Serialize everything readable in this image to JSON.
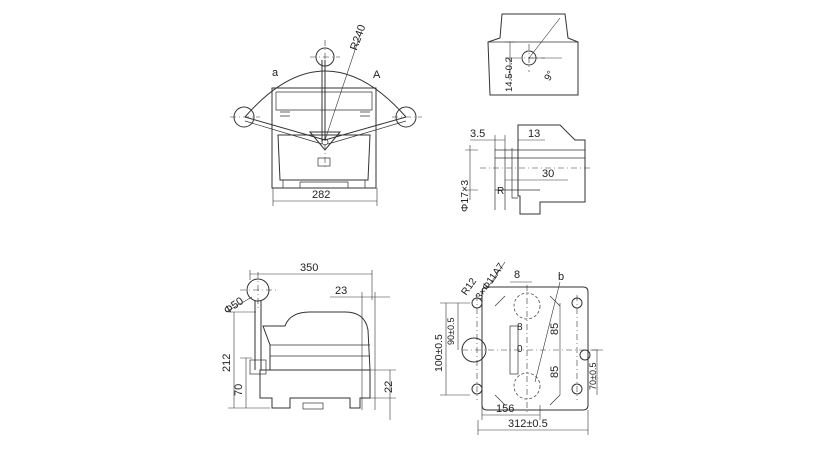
{
  "labels": {
    "front_radius": "R240",
    "front_a": "a",
    "front_A": "A",
    "front_width": "282",
    "side_14_5": "14.5-0.2",
    "side_9deg": "9°",
    "det_3_5": "3.5",
    "det_13": "13",
    "det_30": "30",
    "det_R": "R",
    "det_phi17": "Φ17×3",
    "side_350": "350",
    "side_23": "23",
    "side_phi50": "Φ50",
    "side_212": "212",
    "side_70": "70",
    "side_22": "22",
    "top_holes": "3×Φ11A7",
    "top_r12": "R12",
    "top_8a": "8",
    "top_b": "b",
    "top_100": "100±0.5",
    "top_90": "90±0.5",
    "top_8b": "8",
    "top_0": "0",
    "top_85a": "85",
    "top_85b": "85",
    "top_70": "70±0.5",
    "top_156": "156",
    "top_312": "312±0.5"
  }
}
